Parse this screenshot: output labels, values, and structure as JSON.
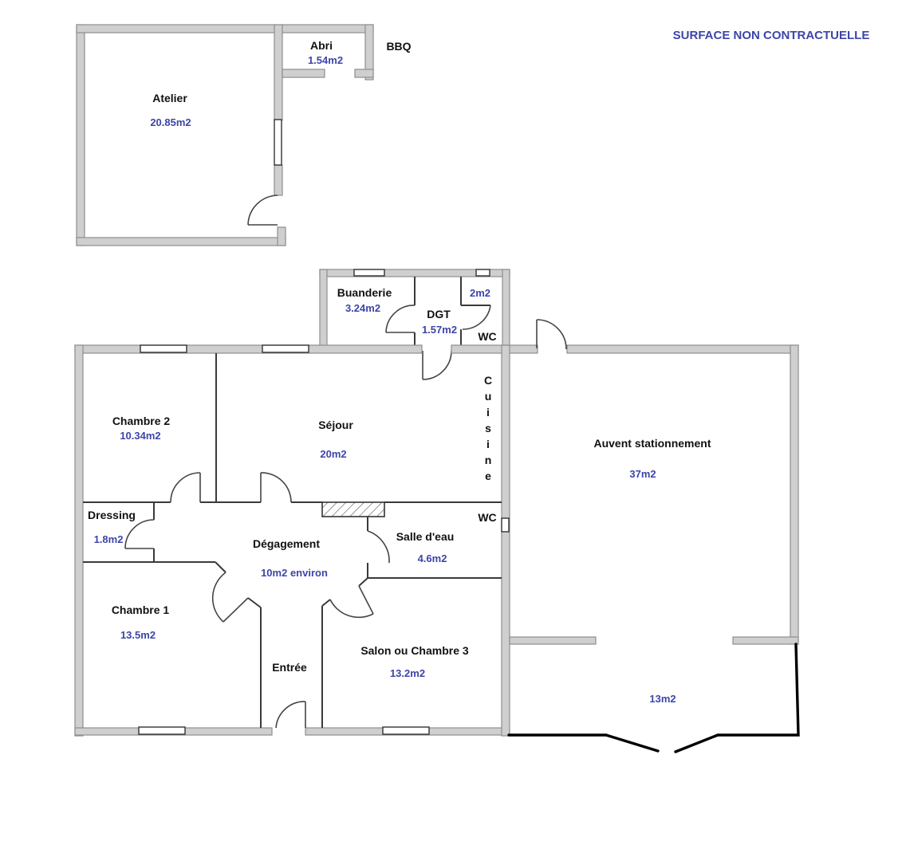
{
  "disclaimer": "SURFACE NON CONTRACTUELLE",
  "colors": {
    "area_text": "#3d45a8",
    "label_text": "#111111",
    "wall_fill": "#cfcfcf",
    "wall_stroke": "#8e8e8e"
  },
  "outbuilding": {
    "atelier": {
      "label": "Atelier",
      "area": "20.85m2"
    },
    "abri": {
      "label": "Abri",
      "area": "1.54m2"
    },
    "bbq": {
      "label": "BBQ"
    }
  },
  "house": {
    "buanderie": {
      "label": "Buanderie",
      "area": "3.24m2"
    },
    "dgt": {
      "label": "DGT",
      "area": "1.57m2"
    },
    "wc_top": {
      "label": "WC",
      "area": "2m2"
    },
    "chambre2": {
      "label": "Chambre 2",
      "area": "10.34m2"
    },
    "sejour": {
      "label": "Séjour",
      "area": "20m2"
    },
    "cuisine": {
      "label": "Cuisine",
      "letters": [
        "C",
        "u",
        "i",
        "s",
        "i",
        "n",
        "e"
      ]
    },
    "dressing": {
      "label": "Dressing",
      "area": "1.8m2"
    },
    "degagement": {
      "label": "Dégagement",
      "area": "10m2 environ"
    },
    "salle_eau": {
      "label": "Salle d'eau",
      "area": "4.6m2"
    },
    "wc_bottom": {
      "label": "WC"
    },
    "chambre1": {
      "label": "Chambre 1",
      "area": "13.5m2"
    },
    "entree": {
      "label": "Entrée"
    },
    "salon": {
      "label": "Salon ou Chambre 3",
      "area": "13.2m2"
    },
    "auvent": {
      "label": "Auvent stationnement",
      "area": "37m2"
    },
    "annexe": {
      "area": "13m2"
    }
  }
}
